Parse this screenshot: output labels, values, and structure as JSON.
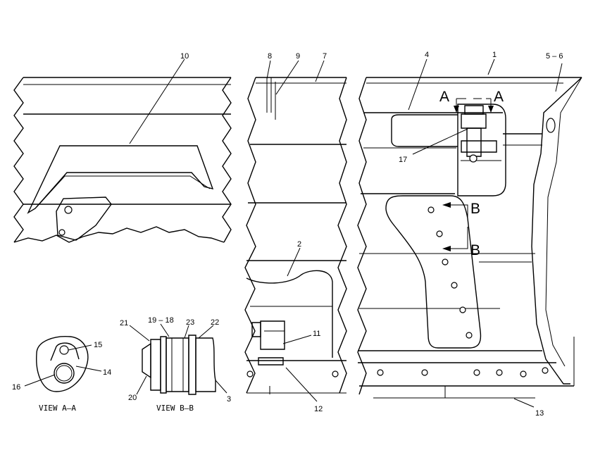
{
  "callouts": {
    "c1": "1",
    "c2": "2",
    "c3": "3",
    "c4": "4",
    "c5_6": "5 – 6",
    "c7": "7",
    "c8": "8",
    "c9": "9",
    "c10": "10",
    "c11": "11",
    "c12": "12",
    "c13": "13",
    "c14": "14",
    "c15": "15",
    "c16": "16",
    "c17": "17",
    "c19_18": "19 – 18",
    "c20": "20",
    "c21": "21",
    "c22": "22",
    "c23": "23"
  },
  "section_markers": {
    "a_left": "A",
    "a_right": "A",
    "b_top": "B",
    "b_bottom": "B"
  },
  "view_labels": {
    "view_a": "VIEW  A–A",
    "view_b": "VIEW  B–B"
  }
}
